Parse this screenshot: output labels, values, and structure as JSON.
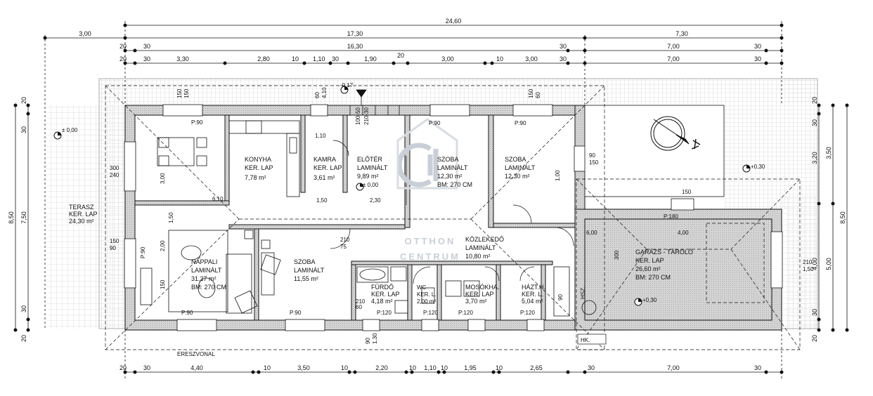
{
  "dimensions": {
    "total": "24,60",
    "top_row2": [
      "3,00",
      "17,30",
      "7,30"
    ],
    "top_row3": [
      "20",
      "30",
      "16,30",
      "30",
      "7,00",
      "30"
    ],
    "top_row4": [
      "20",
      "30",
      "3,30",
      "2,80",
      "10",
      "1,10",
      "30",
      "1,90",
      "20",
      "3,00",
      "10",
      "3,00",
      "30",
      "7,00",
      "30"
    ],
    "bottom_row": [
      "20",
      "30",
      "4,40",
      "10",
      "3,50",
      "10",
      "2,20",
      "10",
      "1,10",
      "10",
      "1,95",
      "10",
      "2,65",
      "30",
      "7,00",
      "30"
    ],
    "left": [
      "8,50",
      "7,50",
      "30",
      "20",
      "30",
      "20"
    ],
    "right": [
      "8,50",
      "3,50",
      "3,20",
      "5,00",
      "4,00",
      "30",
      "20",
      "30",
      "20"
    ],
    "inner": [
      "300",
      "240",
      "3,00",
      "6,10",
      "1,50",
      "1,50",
      "2,30",
      "1,10",
      "100-50",
      "210-30",
      "90",
      "150",
      "150",
      "150",
      "150",
      "60",
      "60",
      "4,10",
      "1,00",
      "6,00",
      "4,00",
      "300",
      "210",
      "1,50",
      "2,00",
      "150",
      "150",
      "90",
      "210",
      "75",
      "210",
      "60",
      "90",
      "1,30",
      "90",
      "150"
    ]
  },
  "markers": {
    "p90": "P:90",
    "p120": "P:120",
    "p180": "P:180",
    "elev_000": "± 0,00",
    "elev_017": "-0,17",
    "elev_030": "+0,30",
    "eaves": "ERESZVONAL",
    "hk": "HK.",
    "hsz": "HSZ."
  },
  "rooms": [
    {
      "name": "TERASZ",
      "floor": "KER. LAP",
      "area": "24,30 m²"
    },
    {
      "name": "KONYHA",
      "floor": "KER. LAP",
      "area": "7,78 m²"
    },
    {
      "name": "KAMRA",
      "floor": "KER. LAP",
      "area": "3,61 m²"
    },
    {
      "name": "ELŐTÉR",
      "floor": "LAMINÁLT",
      "area": "9,89 m²"
    },
    {
      "name": "SZOBA",
      "floor": "LAMINÁLT",
      "area": "12,30 m²",
      "height": "BM: 270 CM"
    },
    {
      "name": "SZOBA",
      "floor": "LAMINÁLT",
      "area": "12,30 m²"
    },
    {
      "name": "NAPPALI",
      "floor": "LAMINÁLT",
      "area": "31,27 m²",
      "height": "BM: 270 CM"
    },
    {
      "name": "SZOBA",
      "floor": "LAMINÁLT",
      "area": "11,55 m²"
    },
    {
      "name": "KÖZLEKEDŐ",
      "floor": "LAMINÁLT",
      "area": "10,80 m²"
    },
    {
      "name": "FÜRDŐ",
      "floor": "KER. LAP",
      "area": "4,18 m²"
    },
    {
      "name": "WC",
      "floor": "KER. L.",
      "area": "2,00 m²"
    },
    {
      "name": "MOSÓKHA.",
      "floor": "KER. LAP",
      "area": "3,70 m²"
    },
    {
      "name": "HÁZT.H.",
      "floor": "KER. L.",
      "area": "5,04 m²"
    },
    {
      "name": "GARÁZS - TÁROLÓ",
      "floor": "KER. LAP",
      "area": "26,60 m²",
      "height": "BM: 270 CM"
    }
  ],
  "watermark": {
    "line1": "OTTHON",
    "line2": "CENTRUM"
  },
  "colors": {
    "wall": "#d4d4d4",
    "line": "#111111",
    "hatch": "#bdbdbd",
    "watermark": "#c9cfd6"
  }
}
